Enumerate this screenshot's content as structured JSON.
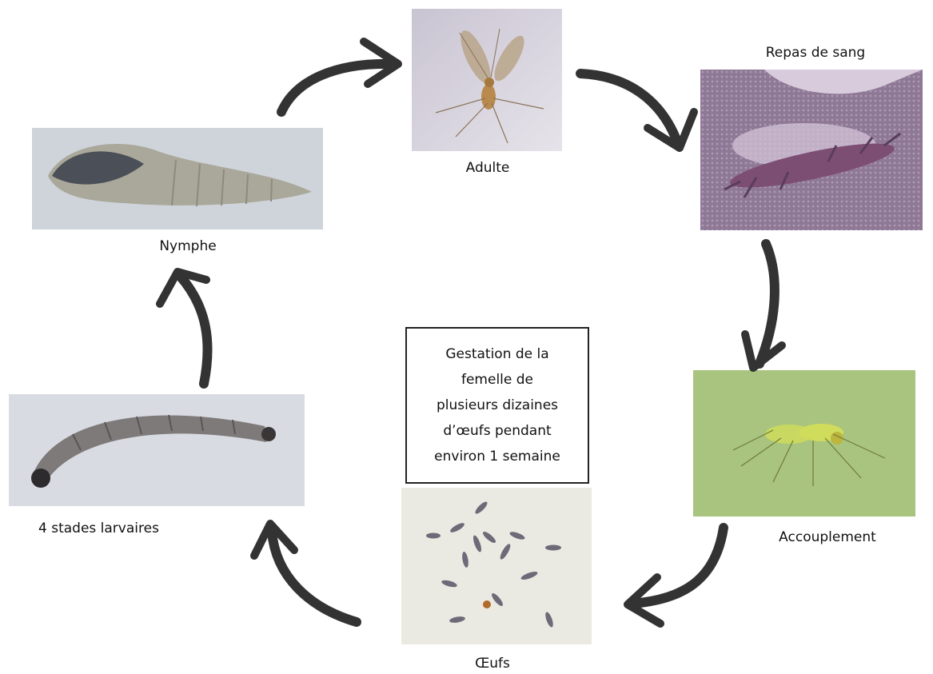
{
  "stages": {
    "adulte": "Adulte",
    "repas": "Repas de sang",
    "accouplement": "Accouplement",
    "oeufs": "Œufs",
    "larves": "4 stades larvaires",
    "nymphe": "Nymphe"
  },
  "note": {
    "lines": [
      "Gestation de la",
      "femelle de",
      "plusieurs dizaines",
      "d’œufs pendant",
      "environ 1 semaine"
    ]
  },
  "colors": {
    "arrow": "#333333",
    "note_border": "#222222"
  }
}
